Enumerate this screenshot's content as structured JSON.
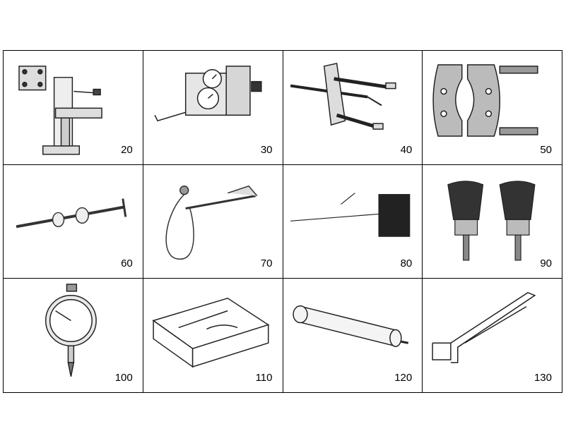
{
  "tools": [
    {
      "number": "20",
      "icon": "mounting-bracket-icon"
    },
    {
      "number": "30",
      "icon": "pressure-gauge-set-icon"
    },
    {
      "number": "40",
      "icon": "three-jaw-puller-icon"
    },
    {
      "number": "50",
      "icon": "bearing-separator-icon"
    },
    {
      "number": "60",
      "icon": "slide-hammer-icon"
    },
    {
      "number": "70",
      "icon": "cable-tool-icon"
    },
    {
      "number": "80",
      "icon": "bore-brush-icon"
    },
    {
      "number": "90",
      "icon": "wire-cup-brush-icon"
    },
    {
      "number": "100",
      "icon": "dial-indicator-icon"
    },
    {
      "number": "110",
      "icon": "magnetic-base-plate-icon"
    },
    {
      "number": "120",
      "icon": "cylindrical-mandrel-icon"
    },
    {
      "number": "130",
      "icon": "bent-rod-tool-icon"
    }
  ]
}
